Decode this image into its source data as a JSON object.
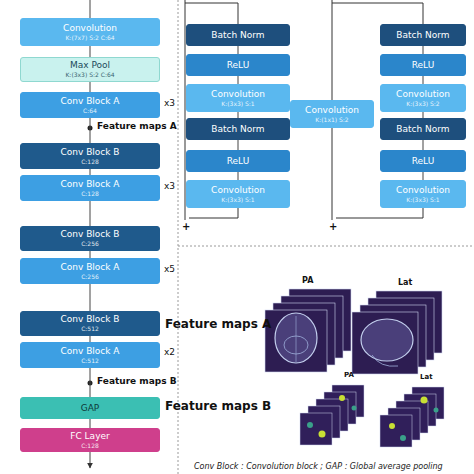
{
  "diagram": {
    "caption": "Conv Block : Convolution block ; GAP : Global average pooling",
    "nodes": [
      {
        "text": [
          "Convolution",
          "K:(7x7) S:2 C:64"
        ]
      },
      {
        "text": [
          "Max Pool",
          "K:(3x3) S:2 C:64"
        ]
      },
      {
        "text": [
          "Conv Block A",
          "C:64"
        ]
      },
      {
        "text": [
          "Conv Block B",
          "C:128"
        ]
      },
      {
        "text": [
          "Conv Block A",
          "C:128"
        ]
      },
      {
        "text": [
          "Conv Block B",
          "C:256"
        ]
      },
      {
        "text": [
          "Conv Block A",
          "C:256"
        ]
      },
      {
        "text": [
          "Conv Block B",
          "C:512"
        ]
      },
      {
        "text": [
          "Conv Block A",
          "C:512"
        ]
      },
      {
        "text": [
          "GAP"
        ]
      },
      {
        "text": [
          "FC Layer",
          "C:128"
        ]
      },
      {
        "text": [
          "Batch Norm"
        ]
      },
      {
        "text": [
          "ReLU"
        ]
      },
      {
        "text": [
          "Convolution",
          "K:(3x3) S:1"
        ]
      },
      {
        "text": [
          "Batch Norm"
        ]
      },
      {
        "text": [
          "ReLU"
        ]
      },
      {
        "text": [
          "Convolution",
          "K:(3x3) S:1"
        ]
      },
      {
        "text": [
          "Batch Norm"
        ]
      },
      {
        "text": [
          "ReLU"
        ]
      },
      {
        "text": [
          "Convolution",
          "K:(3x3) S:2"
        ]
      },
      {
        "text": [
          "Batch Norm"
        ]
      },
      {
        "text": [
          "ReLU"
        ]
      },
      {
        "text": [
          "Convolution",
          "K:(3x3) S:1"
        ]
      },
      {
        "text": [
          "Convolution",
          "K:(1x1) S:2"
        ]
      }
    ],
    "edges": [
      {
        "from": 0,
        "to": 1,
        "arrow": "none"
      },
      {
        "from": 1,
        "to": 2,
        "arrow": "none"
      },
      {
        "from": 2,
        "to": 3,
        "arrow": "none"
      },
      {
        "from": 3,
        "to": 4,
        "arrow": "none"
      },
      {
        "from": 4,
        "to": 5,
        "arrow": "none"
      },
      {
        "from": 5,
        "to": 6,
        "arrow": "none"
      },
      {
        "from": 6,
        "to": 7,
        "arrow": "none"
      },
      {
        "from": 7,
        "to": 8,
        "arrow": "none"
      },
      {
        "from": 8,
        "to": 9,
        "arrow": "none"
      },
      {
        "from": 9,
        "to": 10,
        "arrow": "none"
      },
      {
        "from": 11,
        "to": 12,
        "arrow": "none"
      },
      {
        "from": 12,
        "to": 13,
        "arrow": "none"
      },
      {
        "from": 13,
        "to": 14,
        "arrow": "none"
      },
      {
        "from": 14,
        "to": 15,
        "arrow": "none"
      },
      {
        "from": 15,
        "to": 16,
        "arrow": "none"
      },
      {
        "from": 17,
        "to": 18,
        "arrow": "none"
      },
      {
        "from": 18,
        "to": 19,
        "arrow": "none"
      },
      {
        "from": 19,
        "to": 20,
        "arrow": "none"
      },
      {
        "from": 20,
        "to": 21,
        "arrow": "none"
      },
      {
        "from": 21,
        "to": 22,
        "arrow": "none"
      }
    ],
    "labels": [
      "x3",
      "Feature maps A",
      "x3",
      "x5",
      "x2",
      "Feature maps B",
      "+",
      "+",
      "Feature maps A",
      "PA",
      "Lat",
      "Feature maps B",
      "PA",
      "Lat"
    ]
  }
}
